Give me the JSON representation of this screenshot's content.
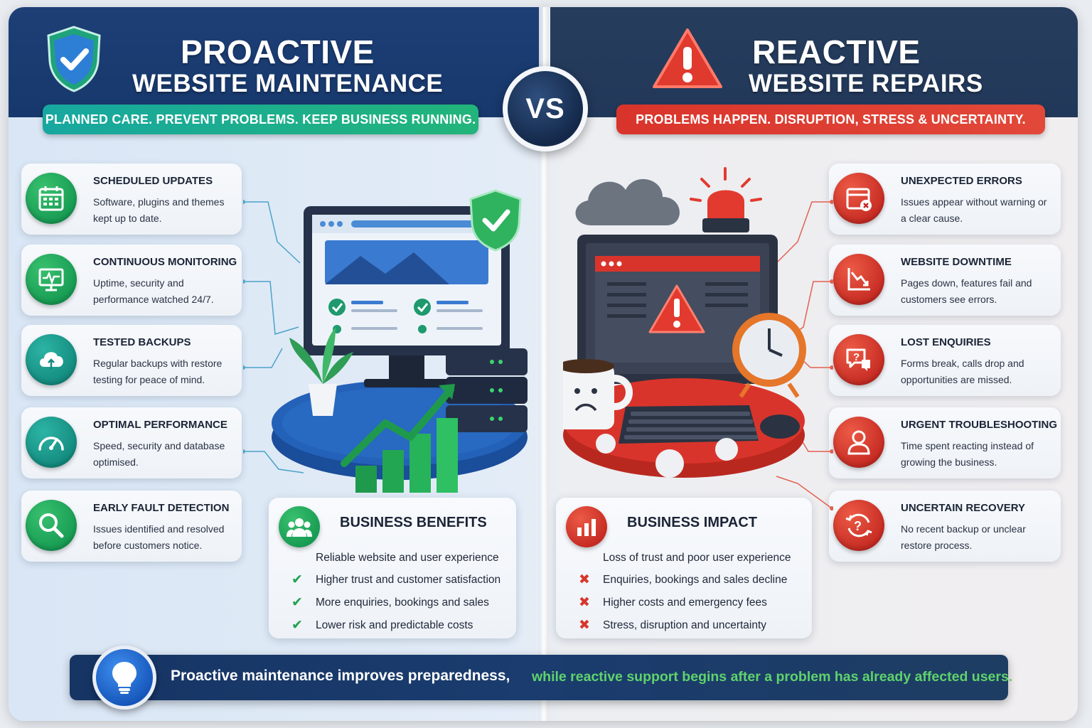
{
  "left": {
    "title_line1": "PROACTIVE",
    "title_line2": "WEBSITE MAINTENANCE",
    "tagline": "PLANNED CARE. PREVENT PROBLEMS. KEEP BUSINESS RUNNING.",
    "items": [
      {
        "title": "SCHEDULED UPDATES",
        "desc": "Software, plugins and themes kept up to date.",
        "icon": "calendar-icon"
      },
      {
        "title": "CONTINUOUS MONITORING",
        "desc": "Uptime, security and performance watched 24/7.",
        "icon": "monitor-pulse-icon"
      },
      {
        "title": "TESTED BACKUPS",
        "desc": "Regular backups with restore testing for peace of mind.",
        "icon": "cloud-backup-icon"
      },
      {
        "title": "OPTIMAL PERFORMANCE",
        "desc": "Speed, security and database optimised.",
        "icon": "speedometer-icon"
      },
      {
        "title": "EARLY FAULT DETECTION",
        "desc": "Issues identified and resolved before customers notice.",
        "icon": "magnifier-icon"
      }
    ],
    "benefits": {
      "title": "BUSINESS BENEFITS",
      "lines": [
        "Reliable website and user experience",
        "Higher trust and customer satisfaction",
        "More enquiries, bookings and sales",
        "Lower risk and predictable costs"
      ]
    }
  },
  "vs_label": "VS",
  "right": {
    "title_line1": "REACTIVE",
    "title_line2": "WEBSITE REPAIRS",
    "tagline": "PROBLEMS HAPPEN. DISRUPTION, STRESS & UNCERTAINTY.",
    "items": [
      {
        "title": "UNEXPECTED ERRORS",
        "desc": "Issues appear without warning or a clear cause.",
        "icon": "calendar-error-icon"
      },
      {
        "title": "WEBSITE DOWNTIME",
        "desc": "Pages down, features fail and customers see errors.",
        "icon": "chart-down-icon"
      },
      {
        "title": "LOST ENQUIRIES",
        "desc": "Forms break, calls drop and opportunities are missed.",
        "icon": "question-bubble-icon"
      },
      {
        "title": "URGENT TROUBLESHOOTING",
        "desc": "Time spent reacting instead of growing the business.",
        "icon": "person-icon"
      },
      {
        "title": "UNCERTAIN RECOVERY",
        "desc": "No recent backup or unclear restore process.",
        "icon": "question-cycle-icon"
      }
    ],
    "impact": {
      "title": "BUSINESS IMPACT",
      "lines": [
        "Loss of trust and poor user experience",
        "Enquiries, bookings and sales decline",
        "Higher costs and emergency fees",
        "Stress, disruption and uncertainty"
      ]
    }
  },
  "banner": {
    "part1": "Proactive maintenance improves preparedness,",
    "part2": "while reactive support begins after a problem has already affected users."
  },
  "colors": {
    "proactive_header": "#1d3f76",
    "reactive_header": "#263d5d",
    "green_accent": "#22a24e",
    "red_accent": "#d9342b",
    "banner_highlight": "#5fd36b"
  }
}
